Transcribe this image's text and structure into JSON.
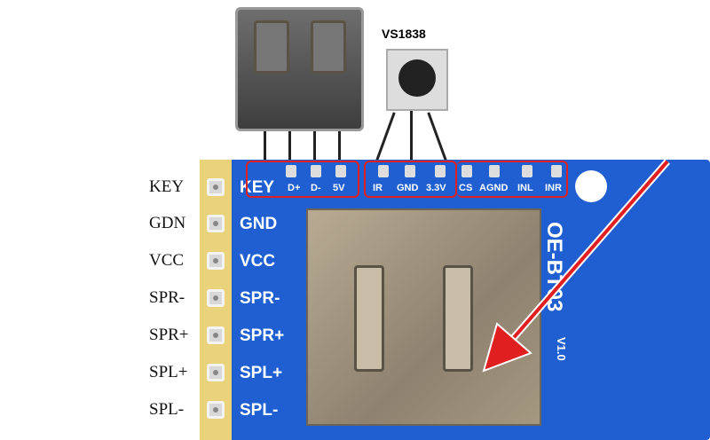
{
  "sensor_label": "VS1838",
  "side_labels": [
    "KEY",
    "GDN",
    "VCC",
    "SPR-",
    "SPR+",
    "SPL+",
    "SPL-"
  ],
  "board_labels": [
    "KEY",
    "GND",
    "VCC",
    "SPR-",
    "SPR+",
    "SPL+",
    "SPL-"
  ],
  "top_labels": [
    "D+",
    "D-",
    "5V",
    "IR",
    "GND",
    "3.3V",
    "CS",
    "AGND",
    "INL",
    "INR"
  ],
  "board_name": "OE-BT03",
  "board_version": "V1.0",
  "colors": {
    "board": "#1f5fd1",
    "highlight": "#e02020"
  }
}
